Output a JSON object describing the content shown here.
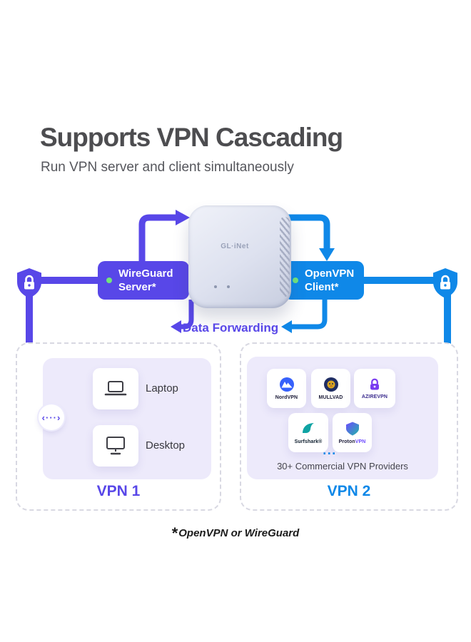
{
  "header": {
    "title": "Supports VPN Cascading",
    "subtitle": "Run VPN server and client simultaneously"
  },
  "device": {
    "brand": "GL·iNet"
  },
  "cascade": {
    "server": {
      "line1": "WireGuard",
      "line2": "Server*"
    },
    "client": {
      "line1": "OpenVPN",
      "line2": "Client*"
    },
    "data_forwarding": "Data Forwarding"
  },
  "vpn1": {
    "title": "VPN 1",
    "hub_glyph": "‹···›",
    "devices": [
      {
        "label": "Laptop"
      },
      {
        "label": "Desktop"
      }
    ]
  },
  "vpn2": {
    "title": "VPN 2",
    "providers": [
      {
        "name": "NordVPN"
      },
      {
        "name": "MULLVAD"
      },
      {
        "name": "AZIREVPN"
      },
      {
        "name": "Surfshark®"
      },
      {
        "name": "Proton",
        "accent": "VPN"
      }
    ],
    "more": "...",
    "caption": "30+ Commercial VPN Providers"
  },
  "footnote": {
    "star": "*",
    "text": "OpenVPN or WireGuard"
  },
  "colors": {
    "purple": "#5847e8",
    "blue": "#0f88e8",
    "status_green": "#72e57c",
    "panel": "#edeafb"
  }
}
